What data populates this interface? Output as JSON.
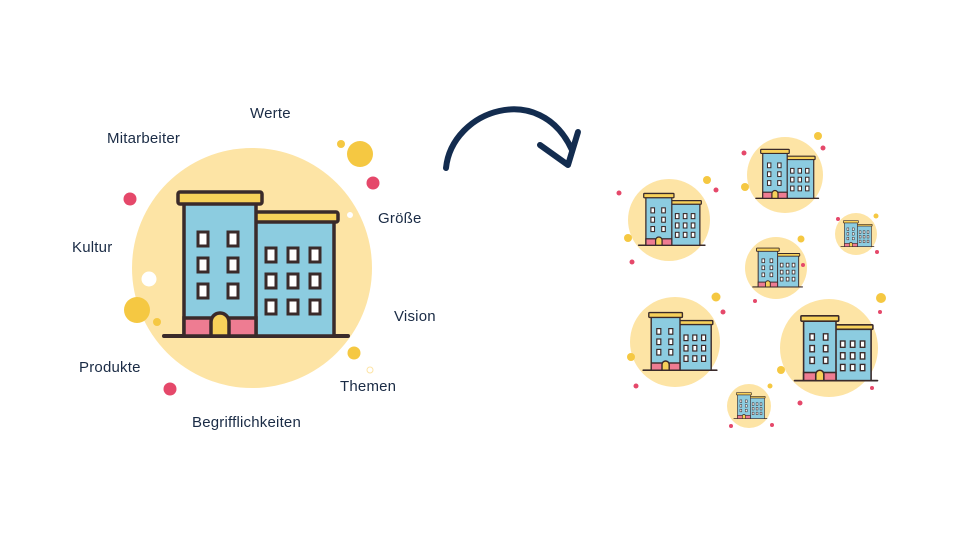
{
  "center": {
    "terms": [
      {
        "id": "werte",
        "text": "Werte"
      },
      {
        "id": "mitarbeiter",
        "text": "Mitarbeiter"
      },
      {
        "id": "groesse",
        "text": "Größe"
      },
      {
        "id": "kultur",
        "text": "Kultur"
      },
      {
        "id": "vision",
        "text": "Vision"
      },
      {
        "id": "produkte",
        "text": "Produkte"
      },
      {
        "id": "themen",
        "text": "Themen"
      },
      {
        "id": "begrifflichkeiten",
        "text": "Begrifflichkeiten"
      }
    ]
  },
  "colors": {
    "text": "#1a2b45",
    "circle_bg": "#fde4a5",
    "building_blue": "#8ccce0",
    "building_outline": "#3a2a2a",
    "roof_yellow": "#f7d15a",
    "base_pink": "#ee7c92",
    "window": "#ffffff",
    "accent_red": "#e5486a",
    "accent_yellow": "#f5c842",
    "arrow": "#132c4f"
  },
  "icons": {
    "main": "office-building-icon",
    "arrow": "curved-arrow-icon",
    "small": "small-office-building-icon"
  }
}
